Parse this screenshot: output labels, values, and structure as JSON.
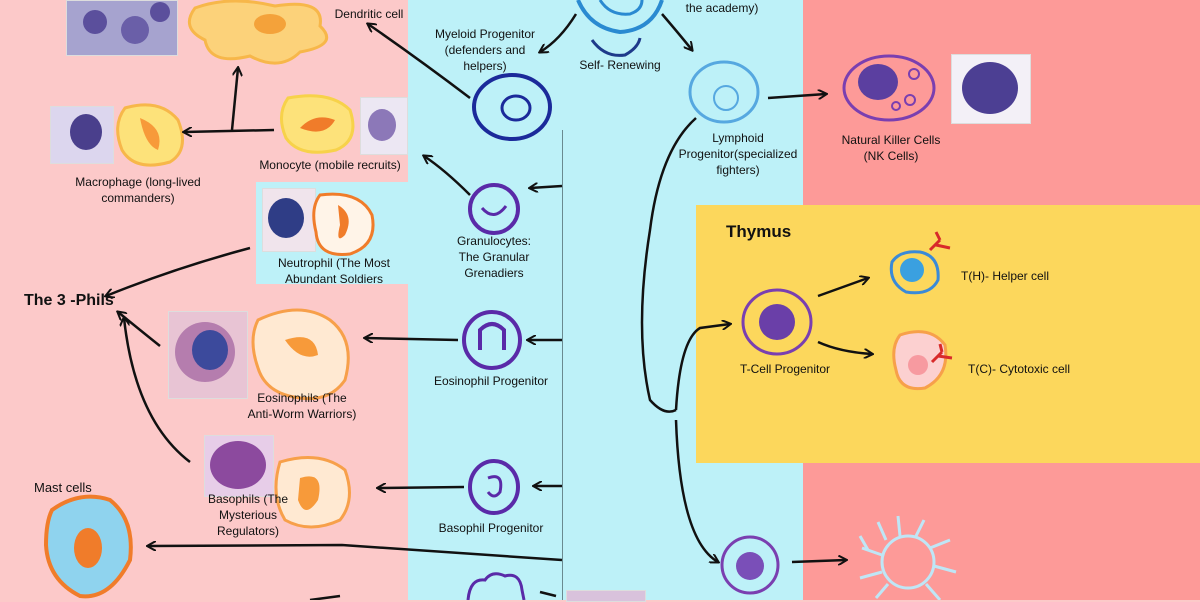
{
  "labels": {
    "dendritic": "Dendritic cell",
    "academy": "the academy)",
    "myeloid": "Myeloid Progenitor (defenders and helpers)",
    "self_renewing": "Self- Renewing",
    "lymphoid": "Lymphoid Progenitor(specialized fighters)",
    "nk": "Natural Killer Cells (NK Cells)",
    "monocyte": "Monocyte (mobile recruits)",
    "macrophage": "Macrophage (long-lived commanders)",
    "granulocytes": "Granulocytes: The Granular Grenadiers",
    "neutrophil": "Neutrophil (The Most Abundant Soldiers",
    "three_phils": "The 3 -Phils",
    "eosinophil_prog": "Eosinophil Progenitor",
    "eosinophils": "Eosinophils (The Anti-Worm Warriors)",
    "basophil_prog": "Basophil Progenitor",
    "basophils": "Basophils (The Mysterious Regulators)",
    "mast": "Mast cells",
    "thymus": "Thymus",
    "tcell_prog": "T-Cell Progenitor",
    "th": "T(H)- Helper cell",
    "tc": "T(C)- Cytotoxic cell"
  },
  "colors": {
    "pink_bg": "#fcc9c9",
    "blue_band": "#bdf1f8",
    "salmon": "#fd9a98",
    "thymus_yellow": "#fcd75c"
  }
}
